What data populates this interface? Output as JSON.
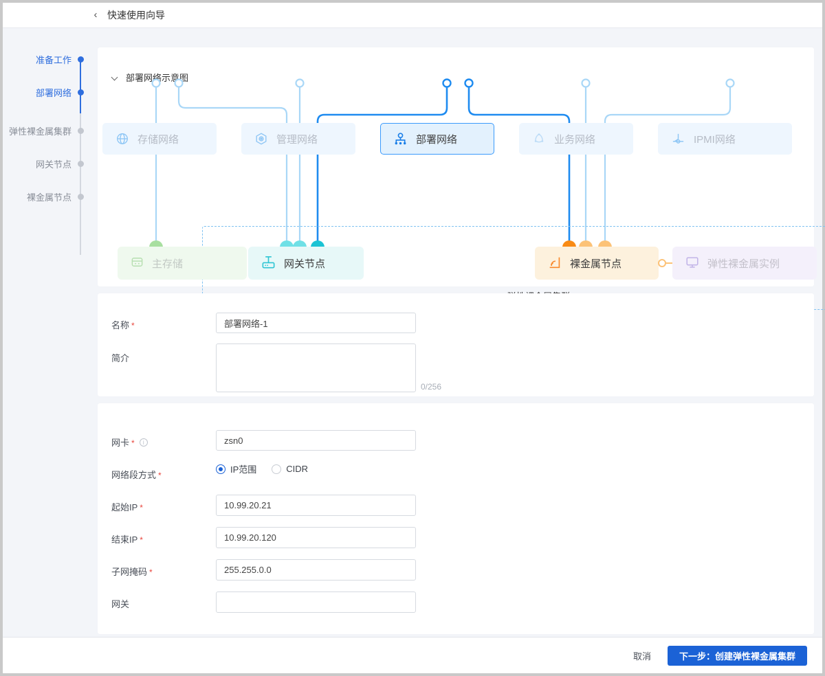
{
  "topbar": {
    "back_icon": "chevron-left-icon",
    "title": "快速使用向导"
  },
  "steps": [
    {
      "label": "准备工作",
      "state": "active"
    },
    {
      "label": "部署网络",
      "state": "active"
    },
    {
      "label": "弹性裸金属集群",
      "state": "pending"
    },
    {
      "label": "网关节点",
      "state": "pending"
    },
    {
      "label": "裸金属节点",
      "state": "pending"
    }
  ],
  "diagram": {
    "header": "部署网络示意图",
    "collapse_icon": "chevron-down-icon",
    "networks": [
      {
        "label": "存储网络",
        "icon": "globe-icon",
        "active": false
      },
      {
        "label": "管理网络",
        "icon": "hexagon-target-icon",
        "active": false
      },
      {
        "label": "部署网络",
        "icon": "sitemap-icon",
        "active": true
      },
      {
        "label": "业务网络",
        "icon": "cloud-nodes-icon",
        "active": false
      },
      {
        "label": "IPMI网络",
        "icon": "ipmi-axis-icon",
        "active": false
      }
    ],
    "nodes": [
      {
        "label": "主存储",
        "icon": "database-icon"
      },
      {
        "label": "网关节点",
        "icon": "router-icon"
      },
      {
        "label": "裸金属节点",
        "icon": "signal-square-icon"
      },
      {
        "label": "弹性裸金属实例",
        "icon": "monitor-icon"
      }
    ],
    "cluster_caption": "弹性裸金属集群"
  },
  "basic_form": {
    "name": {
      "label": "名称",
      "required": true,
      "value": "部署网络-1",
      "placeholder": ""
    },
    "intro": {
      "label": "简介",
      "required": false,
      "value": "",
      "placeholder": "",
      "counter": "0/256"
    }
  },
  "network_form": {
    "nic": {
      "label": "网卡",
      "required": true,
      "has_info": true,
      "info_icon": "info-circle-icon",
      "value": "zsn0",
      "placeholder": ""
    },
    "seg_mode": {
      "label": "网络段方式",
      "required": true,
      "options": [
        {
          "label": "IP范围",
          "selected": true
        },
        {
          "label": "CIDR",
          "selected": false
        }
      ]
    },
    "start_ip": {
      "label": "起始IP",
      "required": true,
      "value": "10.99.20.21",
      "placeholder": ""
    },
    "end_ip": {
      "label": "结束IP",
      "required": true,
      "value": "10.99.20.120",
      "placeholder": ""
    },
    "netmask": {
      "label": "子网掩码",
      "required": true,
      "value": "255.255.0.0",
      "placeholder": ""
    },
    "gateway": {
      "label": "网关",
      "required": false,
      "value": "",
      "placeholder": ""
    }
  },
  "footer": {
    "cancel": "取消",
    "next": "下一步：创建弹性裸金属集群"
  },
  "colors": {
    "accent": "#1b62d6",
    "link": "#2f6ede",
    "active_card_border": "#3a9afc",
    "dashed_border": "#7fc2f2",
    "required": "#e8453c",
    "conn_blue": "#1e8bf0",
    "conn_lightblue": "#a9d7f7",
    "node_green": "#a8dfa0",
    "node_cyan": "#59d7de",
    "node_teal": "#1cc3d4",
    "node_orange": "#f98b15",
    "node_lightorange": "#fcc277"
  }
}
